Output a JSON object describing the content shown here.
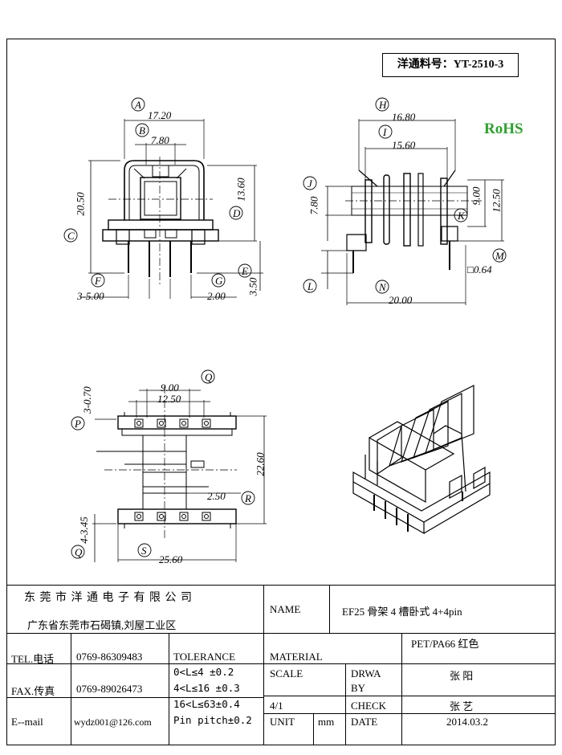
{
  "part_number": "洋通料号：YT-2510-3",
  "rohs": "RoHS",
  "dimensions": {
    "A": "17.20",
    "B": "7.80",
    "C": "20.50",
    "D": "13.60",
    "E": "3.50",
    "F": "3-5.00",
    "G": "2.00",
    "H": "16.80",
    "I": "15.60",
    "J": "7.80",
    "K": "9.00",
    "K2": "12.50",
    "M": "□0.64",
    "N": "20.00",
    "top9": "9.00",
    "Q12": "12.50",
    "P": "3-0.70",
    "R": "22.60",
    "S": "25.60",
    "Q": "4-3.45",
    "mid": "2.50"
  },
  "labels": [
    "A",
    "B",
    "C",
    "D",
    "E",
    "F",
    "G",
    "H",
    "I",
    "J",
    "K",
    "L",
    "M",
    "N",
    "P",
    "Q",
    "R",
    "S",
    "Q"
  ],
  "title_block": {
    "company": "东 莞 市 洋 通 电 子 有 限 公 司",
    "address": "广东省东莞市石碣镇,刘屋工业区",
    "name_label": "NAME",
    "name_value": "EF25 骨架 4 槽卧式 4+4pin",
    "material_value": "PET/PA66 红色",
    "tel_label": "TEL.电话",
    "tel_value": "0769-86309483",
    "fax_label": "FAX.传真",
    "fax_value": "0769-89026473",
    "mail_label": "E--mail",
    "mail_value": "wydz001@126.com",
    "tolerance_label": "TOLERANCE",
    "tol1": "0<L≤4   ±0.2",
    "tol2": "4<L≤16  ±0.3",
    "tol3": "16<L≤63±0.4",
    "tol4": "Pin pitch±0.2",
    "material_label": "MATERIAL",
    "scale_label": "SCALE",
    "scale_value": "4/1",
    "drwa_label": "DRWA",
    "by_label": "BY",
    "drwa_value": "张 阳",
    "check_label": "CHECK",
    "check_value": "张 艺",
    "unit_label": "UNIT",
    "unit_value": "mm",
    "date_label": "DATE",
    "date_value": "2014.03.2"
  }
}
